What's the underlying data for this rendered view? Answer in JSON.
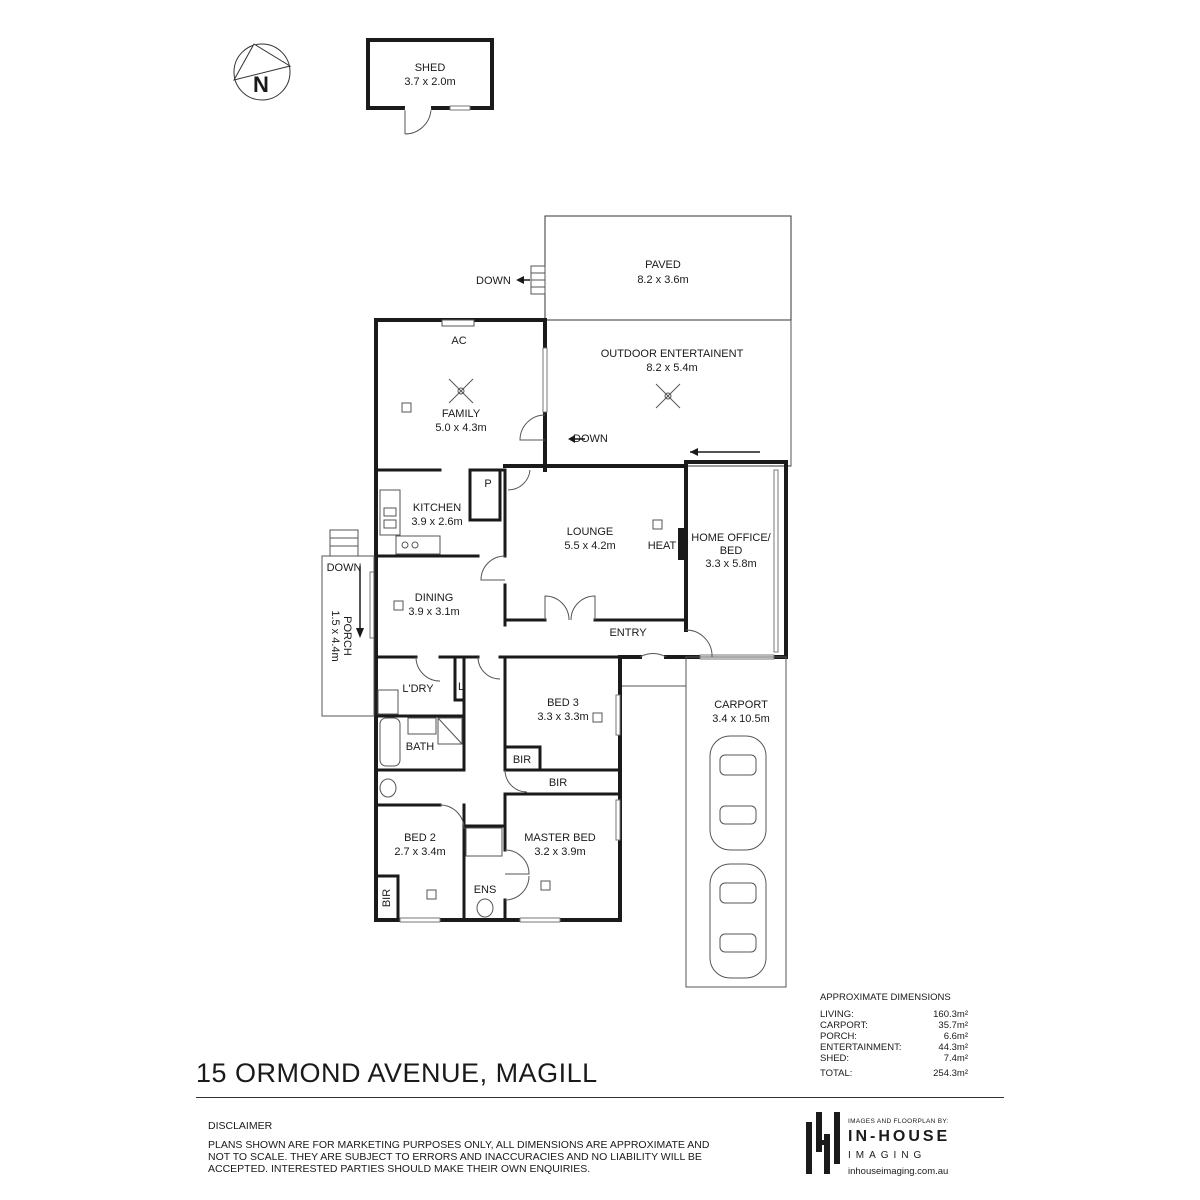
{
  "property": {
    "address": "15 ORMOND AVENUE, MAGILL"
  },
  "compass": {
    "letter": "N"
  },
  "rooms": {
    "shed": {
      "name": "SHED",
      "size": "3.7 x 2.0m"
    },
    "paved": {
      "name": "PAVED",
      "size": "8.2 x 3.6m"
    },
    "outdoor": {
      "name": "OUTDOOR ENTERTAINENT",
      "size": "8.2 x 5.4m"
    },
    "family": {
      "name": "FAMILY",
      "size": "5.0 x 4.3m"
    },
    "kitchen": {
      "name": "KITCHEN",
      "size": "3.9 x 2.6m"
    },
    "lounge": {
      "name": "LOUNGE",
      "size": "5.5 x 4.2m"
    },
    "home_office": {
      "name_line1": "HOME OFFICE/",
      "name_line2": "BED",
      "size": "3.3 x 5.8m"
    },
    "dining": {
      "name": "DINING",
      "size": "3.9 x 3.1m"
    },
    "porch": {
      "name": "PORCH",
      "size": "1.5 x 4.4m"
    },
    "bed3": {
      "name": "BED 3",
      "size": "3.3 x 3.3m"
    },
    "bed2": {
      "name": "BED 2",
      "size": "2.7 x 3.4m"
    },
    "master": {
      "name": "MASTER BED",
      "size": "3.2 x 3.9m"
    },
    "carport": {
      "name": "CARPORT",
      "size": "3.4 x 10.5m"
    }
  },
  "small_labels": {
    "ac": "AC",
    "pantry": "P",
    "heat": "HEAT",
    "entry": "ENTRY",
    "laundry": "L'DRY",
    "linen": "L",
    "bath": "BATH",
    "bir": "BIR",
    "ensuite": "ENS",
    "down": "DOWN"
  },
  "dimensions": {
    "heading": "APPROXIMATE DIMENSIONS",
    "rows": [
      {
        "label": "LIVING:",
        "value": "160.3m²"
      },
      {
        "label": "CARPORT:",
        "value": "35.7m²"
      },
      {
        "label": "PORCH:",
        "value": "6.6m²"
      },
      {
        "label": "ENTERTAINMENT:",
        "value": "44.3m²"
      },
      {
        "label": "SHED:",
        "value": "7.4m²"
      }
    ],
    "total": {
      "label": "TOTAL:",
      "value": "254.3m²"
    }
  },
  "disclaimer": {
    "heading": "DISCLAIMER",
    "line1": "PLANS SHOWN ARE FOR MARKETING PURPOSES ONLY, ALL DIMENSIONS ARE APPROXIMATE AND",
    "line2": "NOT TO SCALE. THEY ARE SUBJECT TO ERRORS AND INACCURACIES AND NO LIABILITY WILL BE",
    "line3": "ACCEPTED. INTERESTED PARTIES SHOULD MAKE THEIR OWN ENQUIRIES."
  },
  "branding": {
    "credit": "IMAGES AND FLOORPLAN BY:",
    "name": "IN-HOUSE",
    "sub": "IMAGING",
    "url": "inhouseimaging.com.au"
  }
}
